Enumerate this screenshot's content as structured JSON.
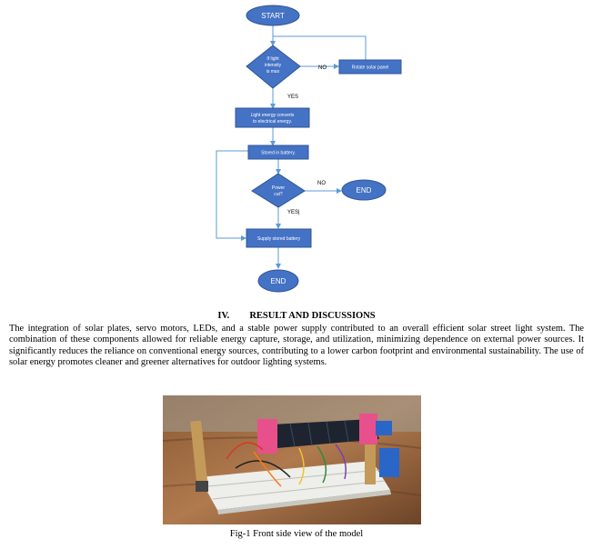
{
  "flowchart": {
    "start": "START",
    "decision1": [
      "If light",
      "intensity",
      "is max"
    ],
    "no1": "NO",
    "rotate": "Rotate solar panel",
    "yes1": "YES",
    "convert": [
      "Light energy converts",
      "to electrical energy."
    ],
    "stored": "Stored in battery.",
    "decision2": [
      "Power",
      "cut?"
    ],
    "no2": "NO",
    "end1": "END",
    "yes2": "YES|",
    "supply": "Supply stored battery",
    "end2": "END"
  },
  "colors": {
    "node_fill": "#4472C4",
    "node_stroke": "#2F5597",
    "arrow": "#5B9BD5"
  },
  "section": {
    "number": "IV.",
    "title": "RESULT AND DISCUSSIONS"
  },
  "paragraph": "The integration of solar plates, servo motors, LEDs, and a stable power supply contributed to an overall efficient solar street light system. The combination of these components allowed for reliable energy capture, storage, and utilization, minimizing dependence on external power sources. It significantly reduces the reliance on conventional energy sources, contributing to a lower carbon footprint and environmental sustainability. The use of solar energy promotes cleaner and greener alternatives for outdoor lighting systems.",
  "figure": {
    "caption": "Fig-1 Front side view of the model"
  }
}
